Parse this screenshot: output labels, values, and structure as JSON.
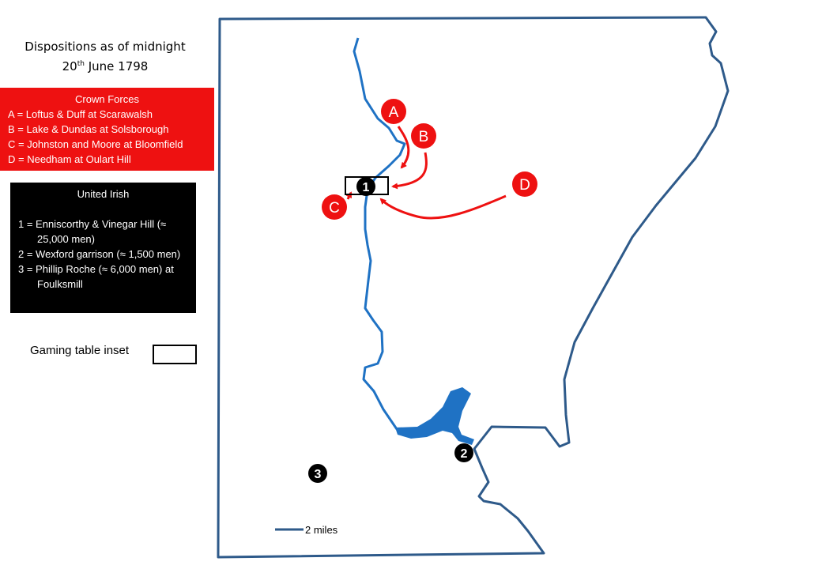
{
  "title": {
    "line1": "Dispositions as of midnight",
    "line2_day": "20",
    "line2_sup": "th",
    "line2_rest": " June 1798"
  },
  "crown_forces": {
    "header": "Crown Forces",
    "items": [
      "A = Loftus & Duff at Scarawalsh",
      "B = Lake & Dundas at Solsborough",
      "C = Johnston  and Moore at Bloomfield",
      "D = Needham  at Oulart Hill"
    ]
  },
  "united_irish": {
    "header": "United Irish",
    "items": [
      "1     = Enniscorthy & Vinegar Hill (≈ 25,000 men)",
      "2 = Wexford garrison (≈ 1,500 men)",
      "3 = Phillip Roche (≈ 6,000 men) at Foulksmill"
    ]
  },
  "legend": {
    "inset_label": "Gaming table inset",
    "scale_label": "2 miles"
  },
  "markers": {
    "crown": [
      "A",
      "B",
      "C",
      "D"
    ],
    "irish": [
      "1",
      "2",
      "3"
    ]
  },
  "colors": {
    "crown": "#ee1111",
    "irish": "#000000",
    "river": "#1f72c4",
    "border": "#2e5a8a"
  }
}
